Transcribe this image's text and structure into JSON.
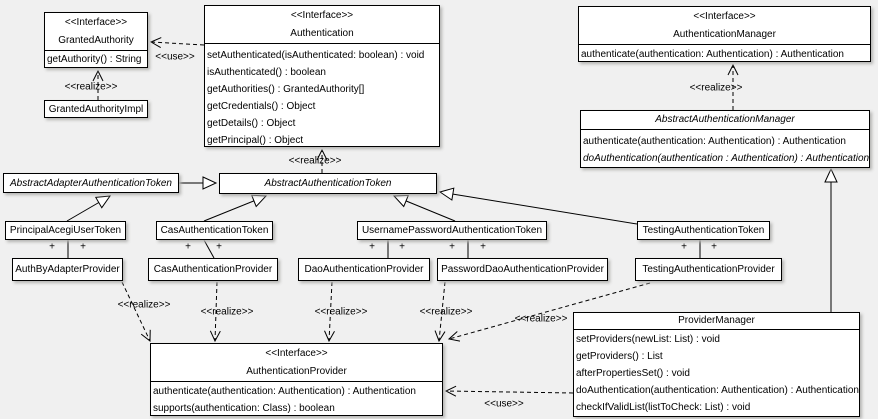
{
  "edge_labels": {
    "use_authentication_granted_authority": "<<use>>",
    "realize_granted_authority_impl": "<<realize>>",
    "realize_abstract_authentication_token": "<<realize>>",
    "realize_abstract_authentication_manager": "<<realize>>",
    "realize_auth_by_adapter_provider": "<<realize>>",
    "realize_cas_authentication_provider": "<<realize>>",
    "realize_dao_authentication_provider": "<<realize>>",
    "realize_password_dao_authentication_provider": "<<realize>>",
    "realize_testing_authentication_provider": "<<realize>>",
    "use_provider_manager": "<<use>>",
    "plus": "+"
  },
  "classes": {
    "granted_authority": {
      "stereotype": "<<Interface>>",
      "name": "GrantedAuthority",
      "methods": [
        "getAuthority() : String"
      ]
    },
    "granted_authority_impl": {
      "name": "GrantedAuthorityImpl"
    },
    "authentication": {
      "stereotype": "<<Interface>>",
      "name": "Authentication",
      "methods": [
        "setAuthenticated(isAuthenticated: boolean) : void",
        "isAuthenticated() : boolean",
        "getAuthorities() : GrantedAuthority[]",
        "getCredentials() : Object",
        "getDetails() : Object",
        "getPrincipal() : Object"
      ]
    },
    "authentication_manager": {
      "stereotype": "<<Interface>>",
      "name": "AuthenticationManager",
      "methods": [
        "authenticate(authentication: Authentication) : Authentication"
      ]
    },
    "abstract_authentication_manager": {
      "name": "AbstractAuthenticationManager",
      "methods": [
        "authenticate(authentication: Authentication) : Authentication",
        "doAuthentication(authentication : Authentication) : Authentication"
      ]
    },
    "abstract_adapter_authentication_token": {
      "name": "AbstractAdapterAuthenticationToken"
    },
    "abstract_authentication_token": {
      "name": "AbstractAuthenticationToken"
    },
    "principal_acegi_user_token": {
      "name": "PrincipalAcegiUserToken"
    },
    "cas_authentication_token": {
      "name": "CasAuthenticationToken"
    },
    "username_password_authentication_token": {
      "name": "UsernamePasswordAuthenticationToken"
    },
    "testing_authentication_token": {
      "name": "TestingAuthenticationToken"
    },
    "auth_by_adapter_provider": {
      "name": "AuthByAdapterProvider"
    },
    "cas_authentication_provider": {
      "name": "CasAuthenticationProvider"
    },
    "dao_authentication_provider": {
      "name": "DaoAuthenticationProvider"
    },
    "password_dao_authentication_provider": {
      "name": "PasswordDaoAuthenticationProvider"
    },
    "testing_authentication_provider": {
      "name": "TestingAuthenticationProvider"
    },
    "authentication_provider": {
      "stereotype": "<<Interface>>",
      "name": "AuthenticationProvider",
      "methods": [
        "authenticate(authentication: Authentication) : Authentication",
        "supports(authentication: Class) : boolean"
      ]
    },
    "provider_manager": {
      "name": "ProviderManager",
      "methods": [
        "setProviders(newList: List) : void",
        "getProviders() : List",
        "afterPropertiesSet() : void",
        "doAuthentication(authentication: Authentication) : Authentication",
        "checkIfValidList(listToCheck: List) : void"
      ]
    }
  },
  "colors": {
    "background": "#f0f0f0",
    "node_fill": "#ffffff",
    "line": "#000000"
  }
}
